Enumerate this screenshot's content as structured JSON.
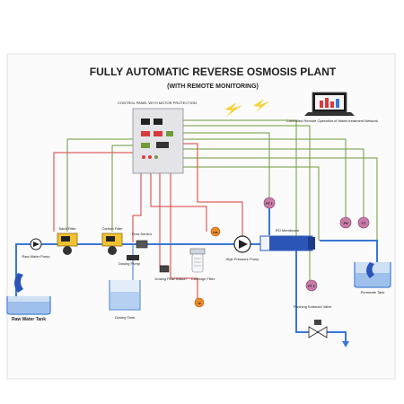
{
  "title": "FULLY AUTOMATIC REVERSE OSMOSIS PLANT",
  "subtitle": "(WITH REMOTE MONITORING)",
  "labels": {
    "control_panel": "CONTROL PANEL WITH MOTOR PROTECTION",
    "remote_operation": "Controlled Remote Operation of Water treatment Network",
    "sand_filter": "Sand Filter",
    "carbon_filter": "Carbon Filter",
    "raw_water_pump": "Raw Water Pump",
    "raw_water_tank": "Raw Water Tank",
    "flow_sensor": "Flow Sensor",
    "dosing_pump": "Dosing Pump",
    "dosing_tank": "Dosing Tank",
    "dosing_flow_switch": "Dosing Flow Switch",
    "cartridge_filter": "Cartridge Filter",
    "high_pressure_pump": "High Pressure Pump",
    "ro_membrane": "RO Membrane",
    "pt1": "PT 1",
    "pt2": "PT 2",
    "lps": "LPS",
    "tp": "TP",
    "ph": "PH",
    "ct": "CT",
    "permeate_tank": "Permeate Tank",
    "flushing_valve": "Flushing Solenoid Valve"
  },
  "colors": {
    "title": "#2b3c8f",
    "pipe_blue": "#3a78d4",
    "wire_red": "#d83b3b",
    "wire_green": "#6f9a3a",
    "panel_grey": "#e4e4e8",
    "sensor_pink": "#c97aa8",
    "alarm_orange": "#f08a2a",
    "filter_yellow": "#f2c230",
    "lightning": "#f4d23a"
  }
}
